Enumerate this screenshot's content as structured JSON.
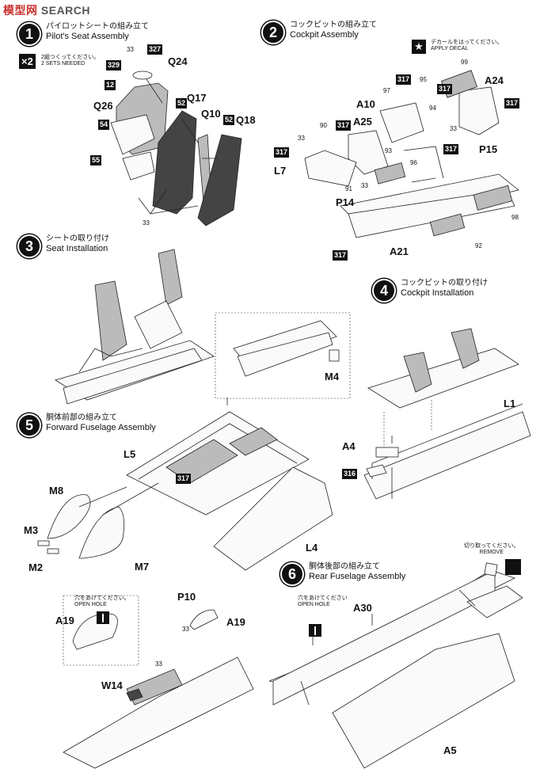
{
  "watermark": {
    "part_a": "模型网",
    "part_b": "SEARCH"
  },
  "steps": [
    {
      "num": "1",
      "jp": "パイロットシートの組み立て",
      "en": "Pilot's Seat Assembly"
    },
    {
      "num": "2",
      "jp": "コックピットの組み立て",
      "en": "Cockpit Assembly"
    },
    {
      "num": "3",
      "jp": "シートの取り付け",
      "en": "Seat Installation"
    },
    {
      "num": "4",
      "jp": "コックピットの取り付け",
      "en": "Cockpit Installation"
    },
    {
      "num": "5",
      "jp": "胴体前部の組み立て",
      "en": "Forward Fuselage Assembly"
    },
    {
      "num": "6",
      "jp": "胴体後部の組み立て",
      "en": "Rear Fuselage Assembly"
    }
  ],
  "notes": {
    "x2": "×2",
    "two_sets_jp": "2組つくってください。",
    "two_sets_en": "2 SETS NEEDED",
    "decal_jp": "デカールをはってください。",
    "decal_en": "APPLY DECAL",
    "decal_icon": "star-decal-icon",
    "open_hole_jp": "穴をあけてください。",
    "open_hole_en": "OPEN HOLE",
    "open_hole2_jp": "穴をあけてください",
    "open_hole2_en": "OPEN HOLE",
    "remove_jp": "切り取ってください。",
    "remove_en": "REMOVE"
  },
  "step1": {
    "parts": [
      "Q24",
      "Q26",
      "Q17",
      "Q10",
      "Q18"
    ],
    "colors": [
      "327",
      "329",
      "12",
      "54",
      "55",
      "52",
      "52",
      "33",
      "33"
    ]
  },
  "step2": {
    "parts": [
      "A24",
      "A10",
      "A25",
      "P15",
      "L7",
      "P14",
      "A21"
    ],
    "colors": [
      "317",
      "317",
      "317",
      "317",
      "317",
      "317",
      "317",
      "33",
      "33",
      "33"
    ],
    "decals": [
      "99",
      "97",
      "95",
      "94",
      "90",
      "93",
      "96",
      "91",
      "98",
      "92"
    ]
  },
  "step4": {
    "parts": [
      "M4",
      "L1",
      "A4"
    ],
    "colors": [
      "316"
    ]
  },
  "step5": {
    "parts": [
      "L5",
      "M8",
      "M3",
      "M2",
      "M7",
      "L4"
    ],
    "colors": [
      "317"
    ]
  },
  "step6": {
    "parts": [
      "P10",
      "A19",
      "A19",
      "W14",
      "A30",
      "A5"
    ],
    "colors": [
      "33",
      "33"
    ]
  }
}
